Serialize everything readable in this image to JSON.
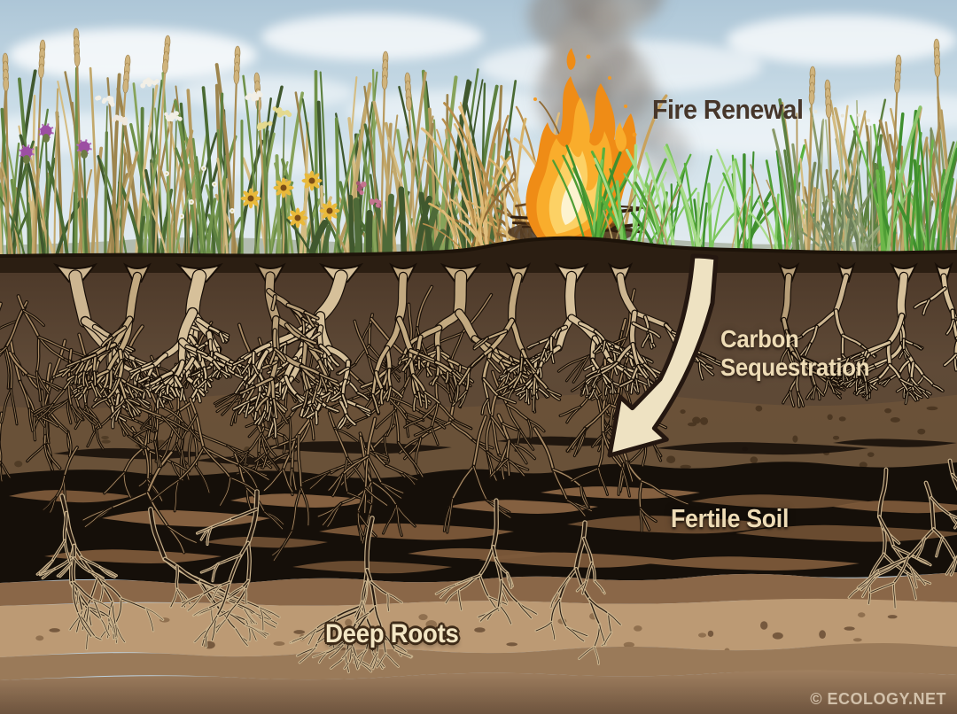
{
  "labels": {
    "fire_renewal": "Fire Renewal",
    "carbon_sequestration": "Carbon Sequestration",
    "fertile_soil": "Fertile Soil",
    "deep_roots": "Deep Roots"
  },
  "watermark": "© ECOLOGY.NET",
  "palette": {
    "sky": "#bed2df",
    "cloud": "#ffffff",
    "flame_orange": "#ef8c16",
    "flame_mid": "#f9ad2c",
    "flame_inner": "#fcd165",
    "flame_core": "#fdf3cf",
    "smoke_gray": "#8a827a",
    "surface_dark": "#2b1e12",
    "root_zone_brown": "#5d4836",
    "root_tan": "#c9ae85",
    "root_outline": "#170e07",
    "fertile_black": "#150f09",
    "organic_streak_brown": "#7c5a3a",
    "band_brown": "#8a6748",
    "subsoil_tan": "#bc9a74",
    "band_dark_tan": "#9a7a59",
    "arrow_cream": "#eee2c2",
    "arrow_outline": "#241710",
    "label_cream": "#eedcb6",
    "label_dark_brown": "#46362a",
    "grass_green": "#5d8040",
    "fresh_green": "#58b03c",
    "dry_grass_tan": "#c9a25c"
  },
  "elements": [
    "sky",
    "clouds",
    "wildflower-meadow",
    "smoke-plume",
    "fire",
    "burned-grass-pile",
    "fresh-green-grass",
    "soil-surface",
    "dense-root-network",
    "carbon-arrow",
    "fertile-soil-layer",
    "subsoil-bands",
    "deep-roots"
  ]
}
